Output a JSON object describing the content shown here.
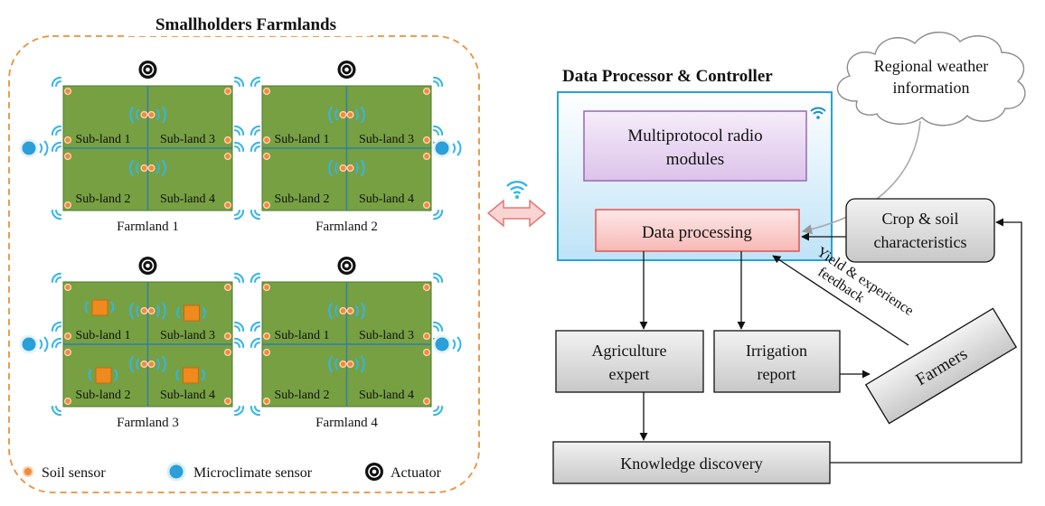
{
  "farm_panel": {
    "title": "Smallholders Farmlands",
    "farmlands": [
      {
        "label": "Farmland 1",
        "sublands": [
          "Sub-land 1",
          "Sub-land 3",
          "Sub-land 2",
          "Sub-land 4"
        ],
        "mc_side": "left"
      },
      {
        "label": "Farmland 2",
        "sublands": [
          "Sub-land 1",
          "Sub-land 3",
          "Sub-land 2",
          "Sub-land 4"
        ],
        "mc_side": "right"
      },
      {
        "label": "Farmland 3",
        "sublands": [
          "Sub-land 1",
          "Sub-land 3",
          "Sub-land 2",
          "Sub-land 4"
        ],
        "mc_side": "left",
        "squares": true
      },
      {
        "label": "Farmland 4",
        "sublands": [
          "Sub-land 1",
          "Sub-land 3",
          "Sub-land 2",
          "Sub-land 4"
        ],
        "mc_side": "right"
      }
    ],
    "legend": {
      "soil": "Soil sensor",
      "micro": "Microclimate sensor",
      "actuator": "Actuator"
    }
  },
  "controller": {
    "title": "Data Processor & Controller",
    "radio": [
      "Multiprotocol radio",
      "modules"
    ],
    "processing": "Data processing"
  },
  "cloud": [
    "Regional weather",
    "information"
  ],
  "crop": [
    "Crop & soil",
    "characteristics"
  ],
  "agri_expert": [
    "Agriculture",
    "expert"
  ],
  "irrigation": [
    "Irrigation",
    "report"
  ],
  "farmers": "Farmers",
  "knowledge": "Knowledge discovery",
  "feedback": [
    "Yield & experience",
    "feedback"
  ],
  "colors": {
    "field": "#77a042",
    "field_border": "#4d7a2c",
    "orange_dash": "#e8923a",
    "wifi": "#33b6e8",
    "soil_sensor": "#f08a3c",
    "square_marker": "#ef8a1e",
    "controller_bg": "#d9effc",
    "controller_border": "#2aa3d6",
    "radio_bg": "#ead7f2",
    "radio_border": "#9a66b8",
    "proc_bg": "#fcd5d4",
    "proc_border": "#e05550",
    "box_gray": "#d6d6d6",
    "arrow_pink": "#e07a78"
  }
}
